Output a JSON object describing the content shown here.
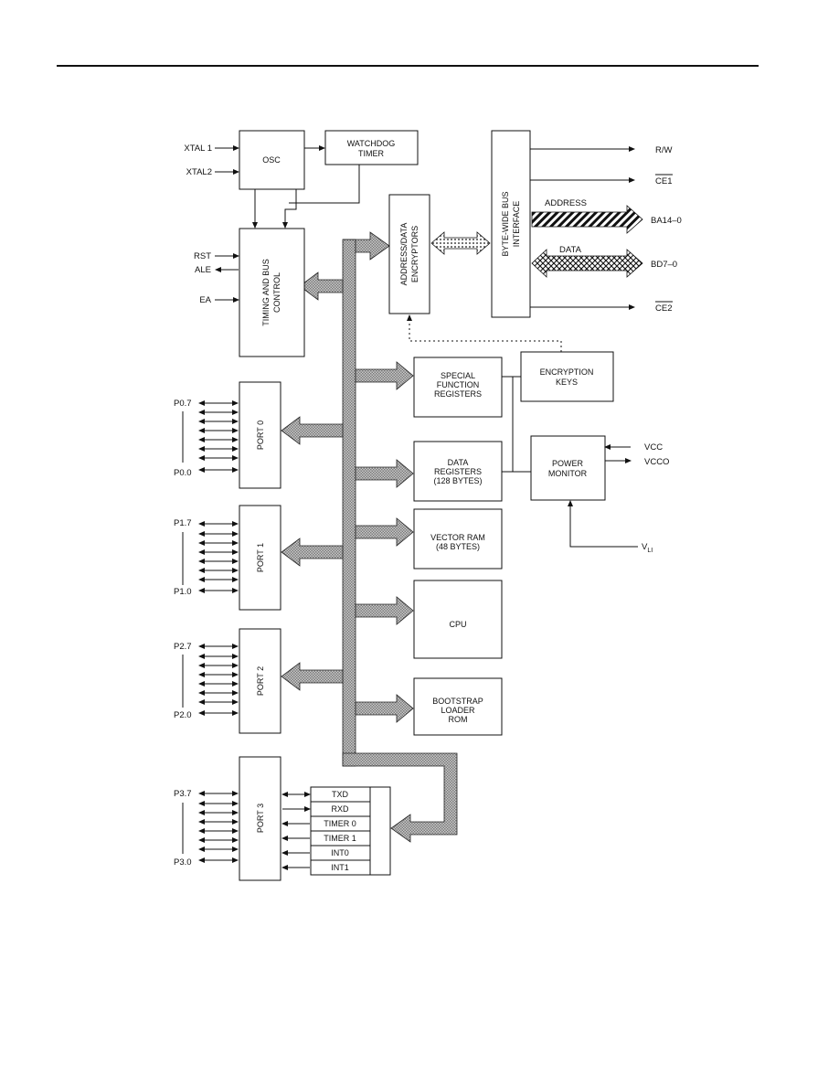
{
  "blocks": {
    "osc": "OSC",
    "watchdog": [
      "WATCHDOG",
      "TIMER"
    ],
    "timing": [
      "TIMING AND BUS",
      "CONTROL"
    ],
    "addr_data_enc": [
      "ADDRESS/DATA",
      "ENCRYPTORS"
    ],
    "bus_interface": [
      "BYTE-WIDE BUS",
      "INTERFACE"
    ],
    "sfr": [
      "SPECIAL",
      "FUNCTION",
      "REGISTERS"
    ],
    "enc_keys": [
      "ENCRYPTION",
      "KEYS"
    ],
    "data_regs": [
      "DATA",
      "REGISTERS",
      "(128 BYTES)"
    ],
    "power_monitor": [
      "POWER",
      "MONITOR"
    ],
    "vector_ram": [
      "VECTOR RAM",
      "(48 BYTES)"
    ],
    "cpu": "CPU",
    "bootstrap": [
      "BOOTSTRAP",
      "LOADER",
      "ROM"
    ],
    "port0": "PORT 0",
    "port1": "PORT 1",
    "port2": "PORT 2",
    "port3": "PORT 3"
  },
  "signals": {
    "xtal1": "XTAL 1",
    "xtal2": "XTAL2",
    "rst": "RST",
    "ale": "ALE",
    "ea": "EA",
    "rw": "R/W",
    "ce1": "CE1",
    "ce2": "CE2",
    "address": "ADDRESS",
    "ba": "BA14–0",
    "data": "DATA",
    "bd": "BD7–0",
    "vcc": "VCC",
    "vcco": "VCCO",
    "vli": "V",
    "vli_sub": "LI",
    "p0_hi": "P0.7",
    "p0_lo": "P0.0",
    "p1_hi": "P1.7",
    "p1_lo": "P1.0",
    "p2_hi": "P2.7",
    "p2_lo": "P2.0",
    "p3_hi": "P3.7",
    "p3_lo": "P3.0"
  },
  "port3_functions": [
    "TXD",
    "RXD",
    "TIMER 0",
    "TIMER 1",
    "INT0",
    "INT1"
  ]
}
